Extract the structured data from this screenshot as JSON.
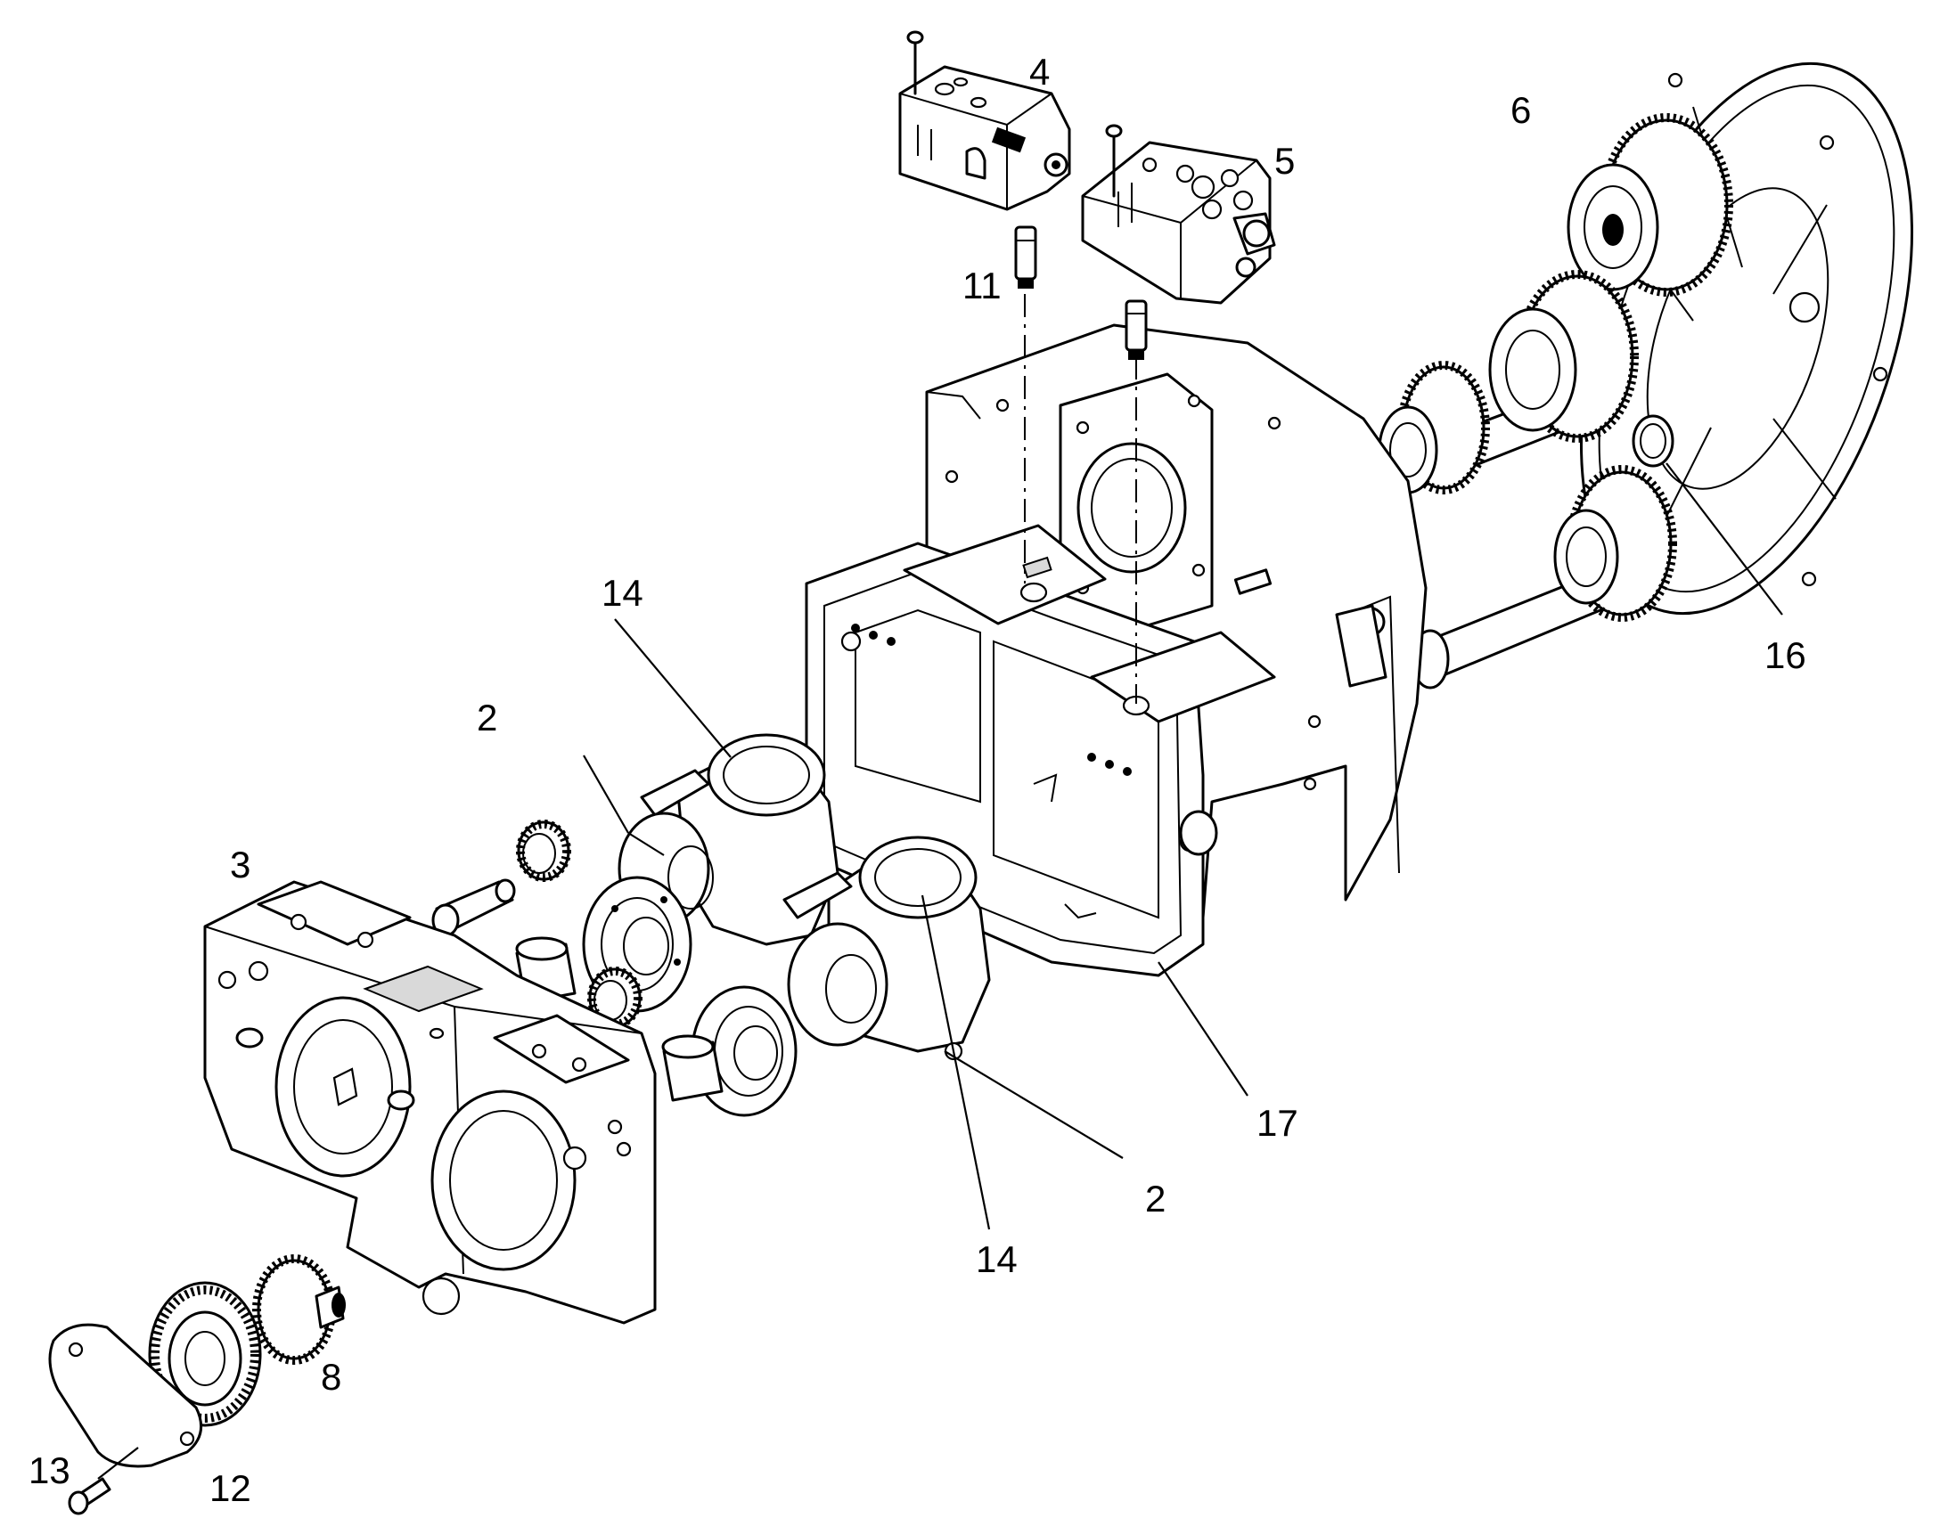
{
  "callouts": [
    "4",
    "5",
    "6",
    "11",
    "14",
    "2",
    "3",
    "16",
    "17",
    "2",
    "14",
    "8",
    "13",
    "12"
  ]
}
